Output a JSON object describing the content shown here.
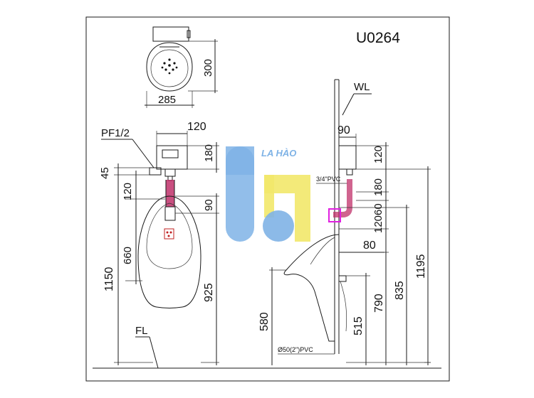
{
  "model_code": "U0264",
  "labels": {
    "wl": "WL",
    "fl": "FL",
    "pf": "PF1/2",
    "supply_pipe": "3/4\"PVC",
    "drain_pipe": "Ø50(2\")PVC",
    "watermark": "LA HÀO"
  },
  "dimensions": {
    "top_width": "285",
    "top_depth": "300",
    "front_valve_width": "120",
    "front_valve_height": "180",
    "front_45": "45",
    "front_120": "120",
    "front_90": "90",
    "front_660": "660",
    "front_1150": "1150",
    "front_925": "925",
    "side_90": "90",
    "side_120_top": "120",
    "side_180": "180",
    "side_60": "60",
    "side_120_mid": "120",
    "side_80": "80",
    "side_1195": "1195",
    "side_835": "835",
    "side_790": "790",
    "side_580": "580",
    "side_515": "515"
  },
  "colors": {
    "supply_pipe": "#c0306a",
    "valve_outlet": "#e020e0",
    "watermark_blue": "#7fb3e6",
    "watermark_yellow": "#f2e86a"
  }
}
